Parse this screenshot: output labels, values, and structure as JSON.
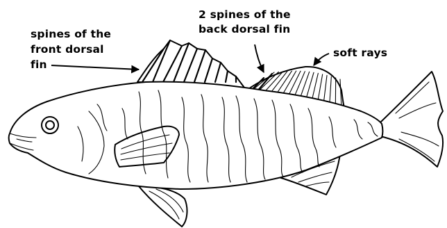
{
  "labels": {
    "front_spines_line1": "spines of the",
    "front_spines_line2": "front dorsal",
    "front_spines_line3": "fin",
    "back_spines_line1": "2 spines of the",
    "back_spines_line2": "back dorsal fin",
    "soft_rays": "soft rays"
  }
}
